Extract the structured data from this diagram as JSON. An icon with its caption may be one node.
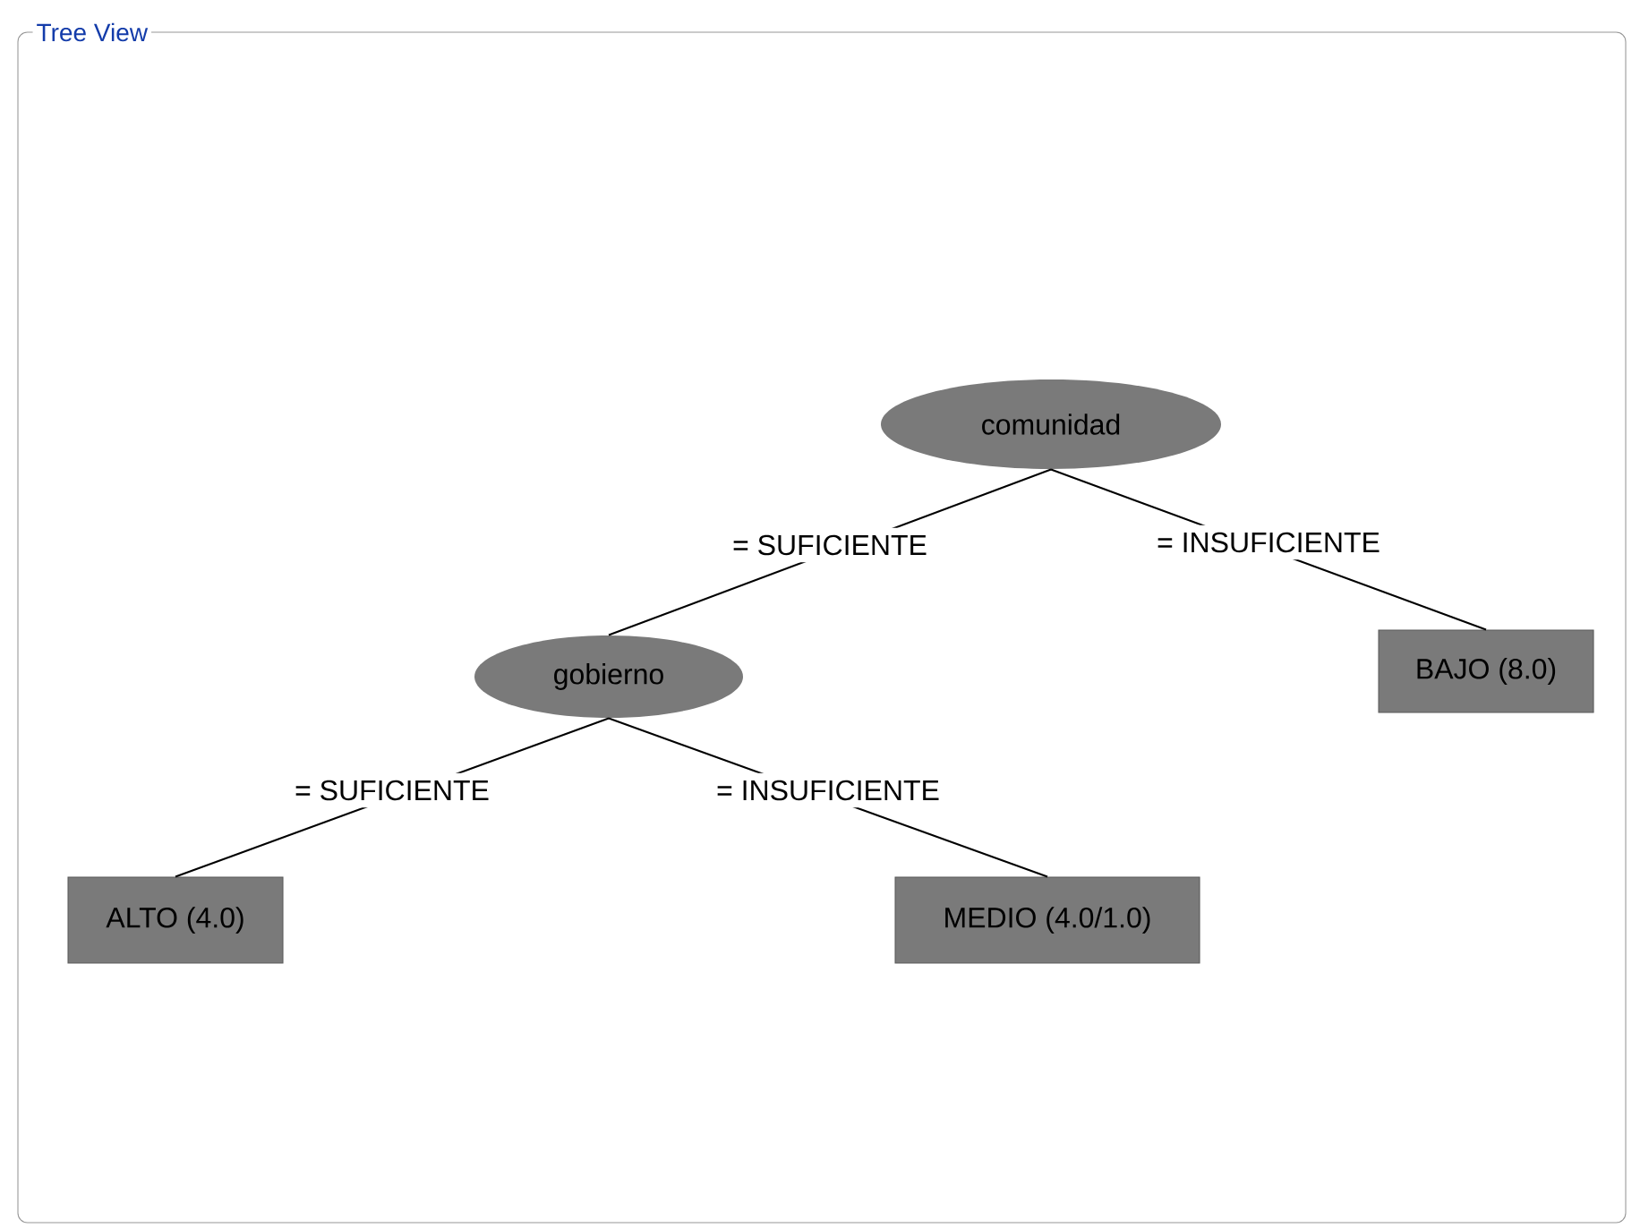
{
  "diagram": {
    "title": "Tree View",
    "nodes": [
      {
        "text": [
          "comunidad"
        ]
      },
      {
        "text": [
          "gobierno"
        ]
      },
      {
        "text": [
          "BAJO (8.0)"
        ]
      },
      {
        "text": [
          "ALTO (4.0)"
        ]
      },
      {
        "text": [
          "MEDIO (4.0/1.0)"
        ]
      }
    ],
    "edges": [
      {
        "from": 0,
        "to": 1,
        "arrow": "none",
        "label": "= SUFICIENTE"
      },
      {
        "from": 0,
        "to": 2,
        "arrow": "none",
        "label": "= INSUFICIENTE"
      },
      {
        "from": 1,
        "to": 3,
        "arrow": "none",
        "label": "= SUFICIENTE"
      },
      {
        "from": 1,
        "to": 4,
        "arrow": "none",
        "label": "= INSUFICIENTE"
      }
    ]
  }
}
